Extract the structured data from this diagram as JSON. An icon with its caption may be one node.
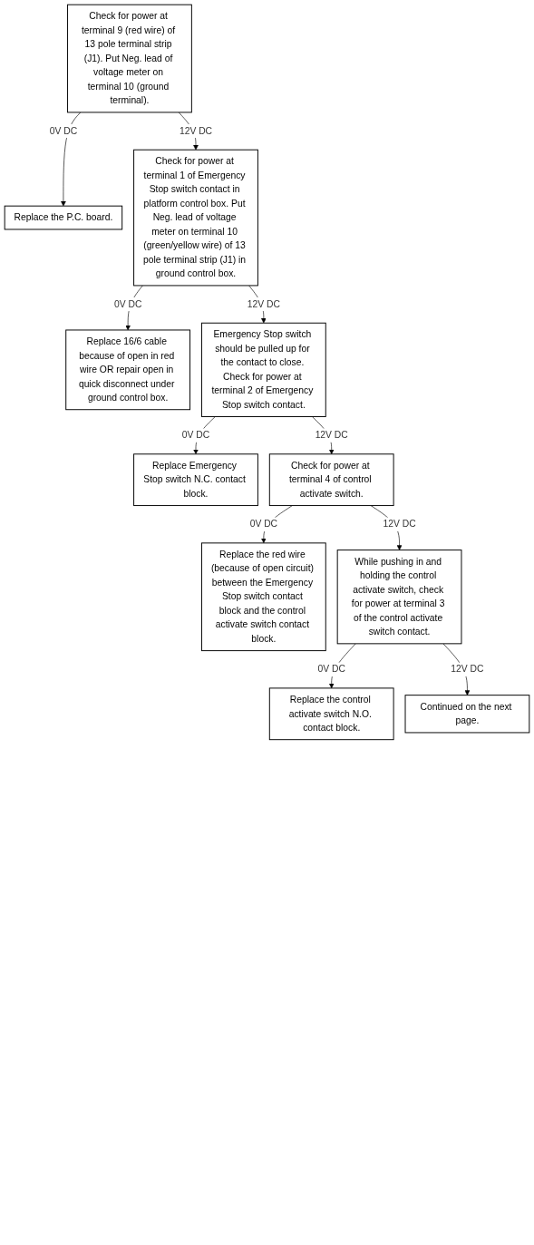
{
  "diagram": {
    "nodes": [
      {
        "text": [
          "Check for power at terminal 9 (red wire) of 13 pole terminal strip (J1). Put Neg. lead of voltage meter on terminal 10 (ground terminal)."
        ]
      },
      {
        "text": [
          "Replace the P.C. board."
        ]
      },
      {
        "text": [
          "Check for power at terminal 1 of Emergency Stop switch contact in platform control box. Put Neg. lead of voltage meter on terminal 10 (green/yellow wire) of 13 pole terminal strip (J1) in ground control box."
        ]
      },
      {
        "text": [
          "Replace 16/6 cable because of open in red wire OR repair open in quick disconnect under ground control box."
        ]
      },
      {
        "text": [
          "Emergency Stop switch should be pulled up for the contact to close. Check for power at terminal 2 of Emergency Stop switch contact."
        ]
      },
      {
        "text": [
          "Replace Emergency Stop switch N.C. contact block."
        ]
      },
      {
        "text": [
          "Check for power at terminal 4 of control activate switch."
        ]
      },
      {
        "text": [
          "Replace the red wire (because of open circuit) between the Emergency Stop switch contact block and the control activate switch contact block."
        ]
      },
      {
        "text": [
          "While pushing in and holding the control activate switch, check for power at terminal 3 of the control activate switch contact."
        ]
      },
      {
        "text": [
          "Replace the control activate switch N.O. contact block."
        ]
      },
      {
        "text": [
          "Continued on the next page."
        ]
      }
    ],
    "edges": [
      {
        "from": 0,
        "to": 1,
        "arrow": "to",
        "label": "0V DC"
      },
      {
        "from": 0,
        "to": 2,
        "arrow": "to",
        "label": "12V DC"
      },
      {
        "from": 2,
        "to": 3,
        "arrow": "to",
        "label": "0V DC"
      },
      {
        "from": 2,
        "to": 4,
        "arrow": "to",
        "label": "12V DC"
      },
      {
        "from": 4,
        "to": 5,
        "arrow": "to",
        "label": "0V DC"
      },
      {
        "from": 4,
        "to": 6,
        "arrow": "to",
        "label": "12V DC"
      },
      {
        "from": 6,
        "to": 7,
        "arrow": "to",
        "label": "0V DC"
      },
      {
        "from": 6,
        "to": 8,
        "arrow": "to",
        "label": "12V DC"
      },
      {
        "from": 8,
        "to": 9,
        "arrow": "to",
        "label": "0V DC"
      },
      {
        "from": 8,
        "to": 10,
        "arrow": "to",
        "label": "12V DC"
      }
    ]
  }
}
